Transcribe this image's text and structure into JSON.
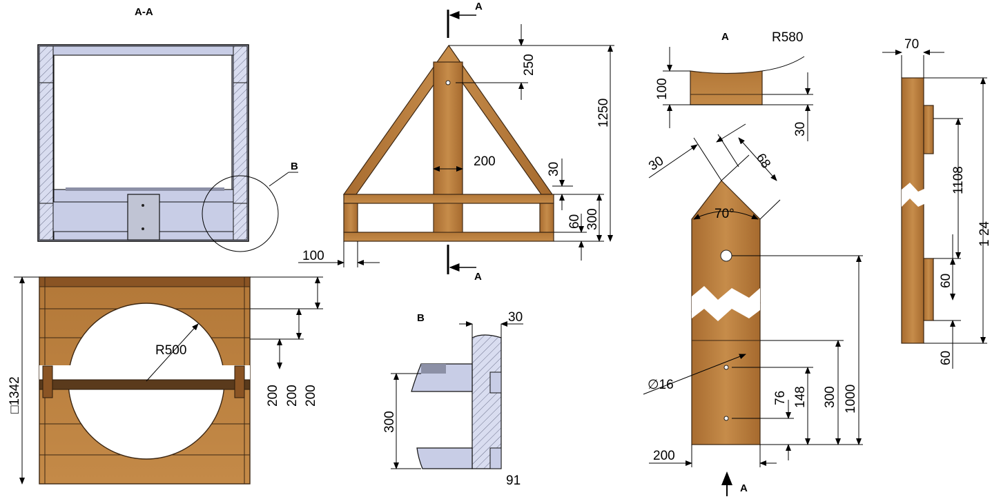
{
  "section_views": {
    "section_aa": "A-A",
    "view_a": "A",
    "detail_b": "B",
    "detail_b_callout": "B"
  },
  "cut_markers": {
    "top": "A",
    "bottom": "A",
    "post_view": "A"
  },
  "dimensions": {
    "frame": {
      "d250": "250",
      "d1250": "1250",
      "d200": "200",
      "d30": "30",
      "d60": "60",
      "d300": "300",
      "d100": "100"
    },
    "cap": {
      "r580": "R580",
      "d100": "100",
      "d30": "30"
    },
    "post": {
      "d30": "30",
      "d68": "68",
      "angle": "70°",
      "hole": "∅16",
      "d76": "76",
      "d148": "148",
      "d300": "300",
      "d1000": "1000",
      "d200": "200"
    },
    "front": {
      "r500": "R500",
      "square": "□1342",
      "d200a": "200",
      "d200b": "200",
      "d200c": "200"
    },
    "detail": {
      "d30": "30",
      "d300": "300",
      "d91": "91"
    },
    "side": {
      "d70": "70",
      "d1108": "1108",
      "d124": "1 24",
      "d60a": "60",
      "d60b": "60"
    }
  },
  "colors": {
    "wood": "#b97e3c",
    "wood_dark": "#5a3a1c",
    "steel": "#c8cde6",
    "hatch_bg": "#d8dcf0"
  }
}
